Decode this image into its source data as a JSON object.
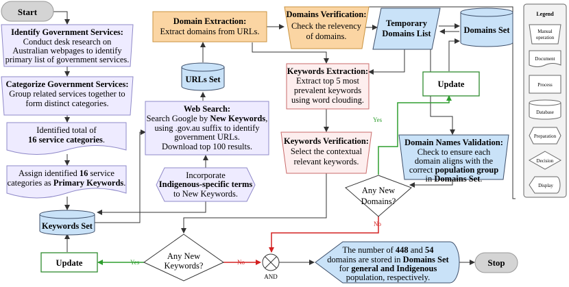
{
  "start": "Start",
  "stop": "Stop",
  "identify": {
    "title": "Identify Government Services:",
    "lines": [
      "Conduct desk research on",
      "Australian webpages to identify",
      "primary list of government services."
    ]
  },
  "categorize": {
    "title": "Categorize Government Services:",
    "lines": [
      "Group related services together to",
      "form distinct categories."
    ]
  },
  "identified": {
    "line1": "Identified total of",
    "line2_bold": "16 service categories",
    "line2_end": "."
  },
  "assign": {
    "line1_start": "Assign identified ",
    "line1_bold": "16",
    "line1_end": " service",
    "line2_start": "categories as ",
    "line2_bold": "Primary Keywords",
    "line2_end": "."
  },
  "keywords_set": "Keywords Set",
  "update_bottom": "Update",
  "update_top": "Update",
  "urls_set": "URLs Set",
  "web_search": {
    "title": "Web Search:",
    "line1_start": "Search Google by ",
    "line1_bold": "New Keywords",
    "line1_end": ",",
    "line2": "using .gov.au suffix to identify",
    "line3": "government URLs.",
    "line4": "Download top 100 results."
  },
  "indigenous": {
    "line1": "Incorporate",
    "line2_bold": "Indigenous-specific terms",
    "line3": "to New Keywords."
  },
  "domain_extraction": {
    "title": "Domain Extraction:",
    "line": "Extract domains from URLs."
  },
  "domains_verification": {
    "title": "Domains Verification:",
    "lines": [
      "Check the relevency",
      "of domains."
    ]
  },
  "temporary_domains": {
    "lines": [
      "Temporary",
      "Domains List"
    ]
  },
  "domains_set": "Domains Set",
  "keywords_extraction": {
    "title": "Keywords Extraction:",
    "lines": [
      "Extract top 5 most",
      "prevalent keywords",
      "using word clouding."
    ]
  },
  "keywords_verification": {
    "title": "Keywords Verification:",
    "lines": [
      "Select the contextual",
      "relevant keywords."
    ]
  },
  "validation": {
    "title": "Domain Names Validation:",
    "line1": "Check to ensure each",
    "line2": "domain aligns with the",
    "line3_start": "correct ",
    "line3_bold": "population group",
    "line4_start": "in ",
    "line4_bold": "Domains Set",
    "line4_end": "."
  },
  "any_domains": {
    "lines": [
      "Any New",
      "Domains?"
    ]
  },
  "any_keywords": {
    "lines": [
      "Any New",
      "Keywords?"
    ]
  },
  "and_label": "AND",
  "yes1": "Yes",
  "yes2": "Yes",
  "no1": "No",
  "no2": "No",
  "final": {
    "line1_start": "The number of ",
    "line1_b1": "448",
    "line1_mid": " and ",
    "line1_b2": "54",
    "line2_start": "domains are stored in ",
    "line2_bold": "Domains Set",
    "line3_start": "for ",
    "line3_bold": "general and Indigenous",
    "line4": "population, respectively."
  },
  "legend": {
    "title": "Legend",
    "manual": [
      "Manual",
      "operation"
    ],
    "document": "Document",
    "process": "Process",
    "database": "Database",
    "preparation": "Preparation",
    "decision": "Decision",
    "display": "Display"
  },
  "colors": {
    "purple_fill": "#eeebff",
    "purple_stroke": "#8e88c8",
    "blue_fill": "#c9e2f8",
    "blue_stroke": "#3c4d68",
    "orange_fill": "#fbd5a3",
    "orange_stroke": "#c8923f",
    "pink_fill": "#fdeeee",
    "pink_stroke": "#c96a6a",
    "green_stroke": "#2c8a2c",
    "red_line": "#d32020",
    "green_line": "#2e9e2e",
    "terminal_fill": "#d4d4d4",
    "legend_fill": "#f2f2f2"
  }
}
